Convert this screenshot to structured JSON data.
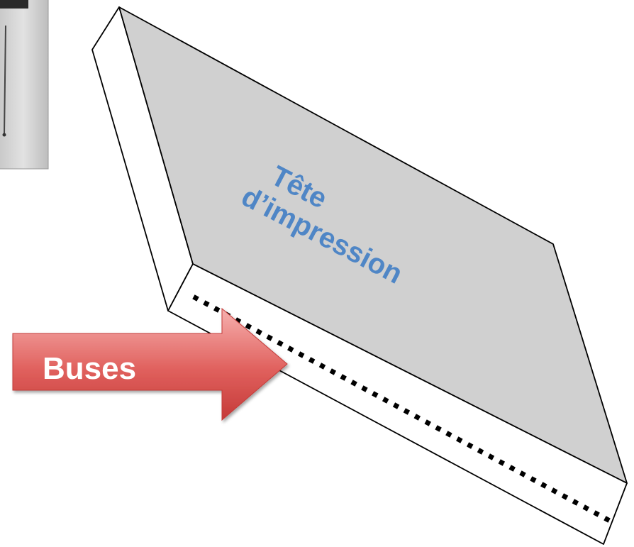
{
  "diagram": {
    "head_label_line1": "Tête",
    "head_label_line2": "d’impression",
    "nozzles_label": "Buses",
    "nozzle_count": 40
  },
  "colors": {
    "head_top_fill": "#d0d0d0",
    "head_side_fill": "#ffffff",
    "outline": "#000000",
    "head_label_color": "#4f86c6",
    "arrow_fill_light": "#f3a3a3",
    "arrow_fill_dark": "#c83a3a",
    "arrow_text_color": "#ffffff",
    "nozzle_color": "#000000",
    "photo_bg": "#d6d6d6"
  },
  "icons": {
    "thumbnail": "printhead-photo-thumbnail",
    "pointer": "right-arrow-icon"
  }
}
